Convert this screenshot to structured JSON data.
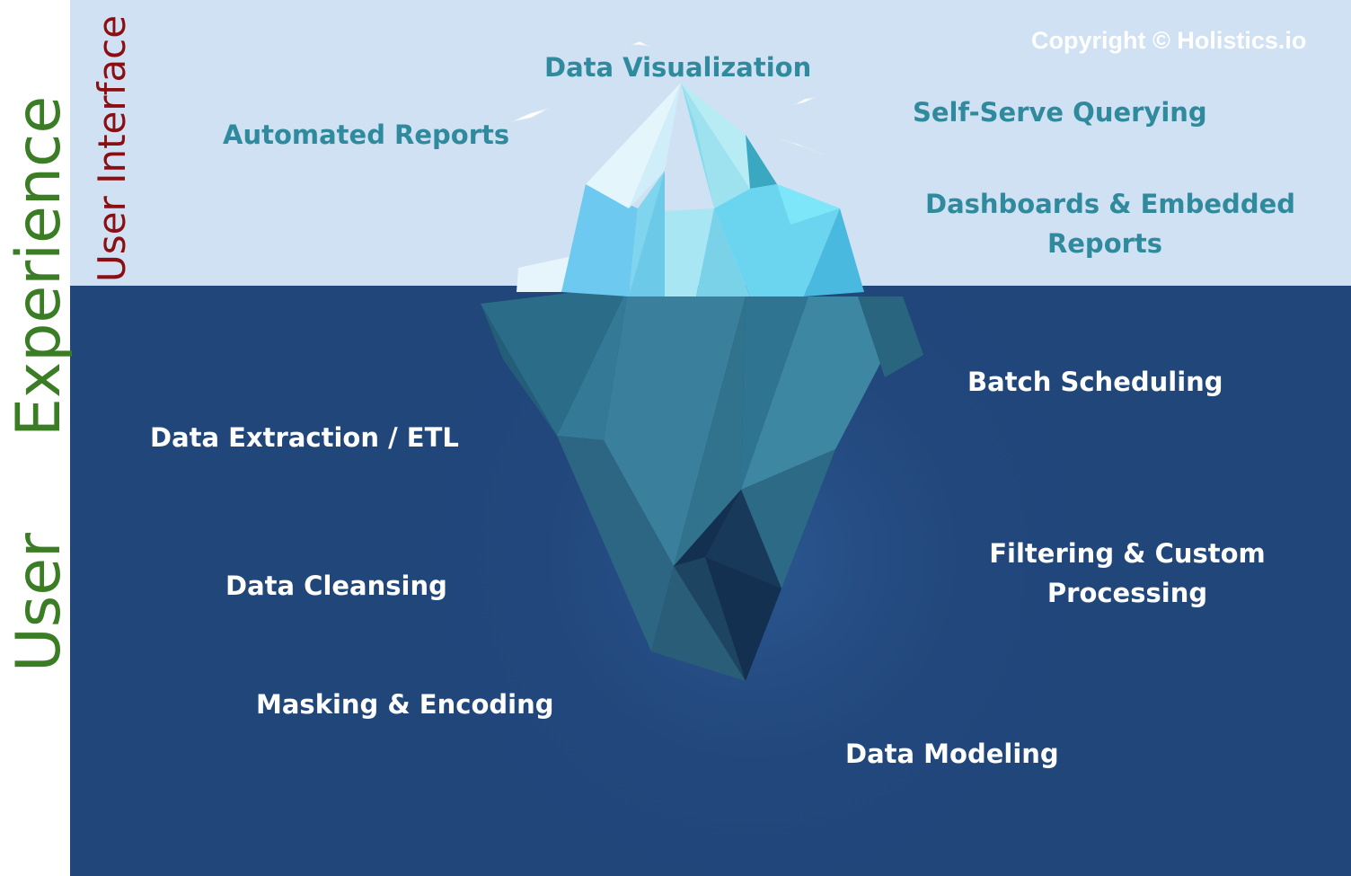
{
  "copyright": "Copyright © Holistics.io",
  "side_labels": {
    "user": "User",
    "experience": "Experience",
    "user_interface": "User Interface"
  },
  "above_water": {
    "data_visualization": "Data Visualization",
    "automated_reports": "Automated Reports",
    "self_serve_querying": "Self-Serve Querying",
    "dashboards_line1": "Dashboards & Embedded",
    "dashboards_line2": "Reports"
  },
  "below_water": {
    "batch_scheduling": "Batch Scheduling",
    "data_extraction": "Data Extraction / ETL",
    "filtering_line1": "Filtering & Custom",
    "filtering_line2": "Processing",
    "data_cleansing": "Data Cleansing",
    "masking_encoding": "Masking & Encoding",
    "data_modeling": "Data Modeling"
  },
  "colors": {
    "sky": "#cfe1f2",
    "sea": "#20467a",
    "above_text": "#2f8a9e",
    "below_text": "#ffffff",
    "user_experience": "#3a7d25",
    "user_interface": "#8b0f12"
  }
}
